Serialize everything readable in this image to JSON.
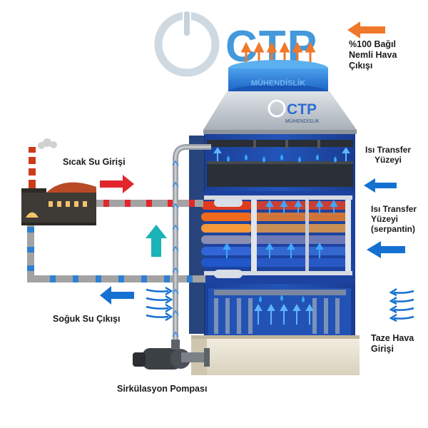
{
  "brand": {
    "logo_text": "CTP",
    "sub_text": "MÜHENDİSLİK"
  },
  "labels": {
    "top_outlet": [
      "%100 Bağıl",
      "Nemli Hava",
      "Çıkışı"
    ],
    "hot_water_in": "Sıcak Su Girişi",
    "heat_transfer_surface": [
      "Isı Transfer",
      "Yüzeyi"
    ],
    "heat_transfer_coil": [
      "Isı Transfer",
      "Yüzeyi",
      "(serpantin)"
    ],
    "cold_water_out": "Soğuk Su Çıkışı",
    "fresh_air_in": [
      "Taze Hava",
      "Girişi"
    ],
    "circulation_pump": "Sirkülasyon Pompası"
  },
  "colors": {
    "brand_blue": "#2f8fd8",
    "tower_blue": "#1d47a6",
    "hot_red": "#e3262c",
    "cold_blue": "#1668c9",
    "arrow_blue": "#1571d1",
    "arrow_orange": "#f0782a",
    "teal": "#19b3b8",
    "pipe_gray": "#a3a3a3",
    "pipe_blue": "#2f7fd4"
  }
}
